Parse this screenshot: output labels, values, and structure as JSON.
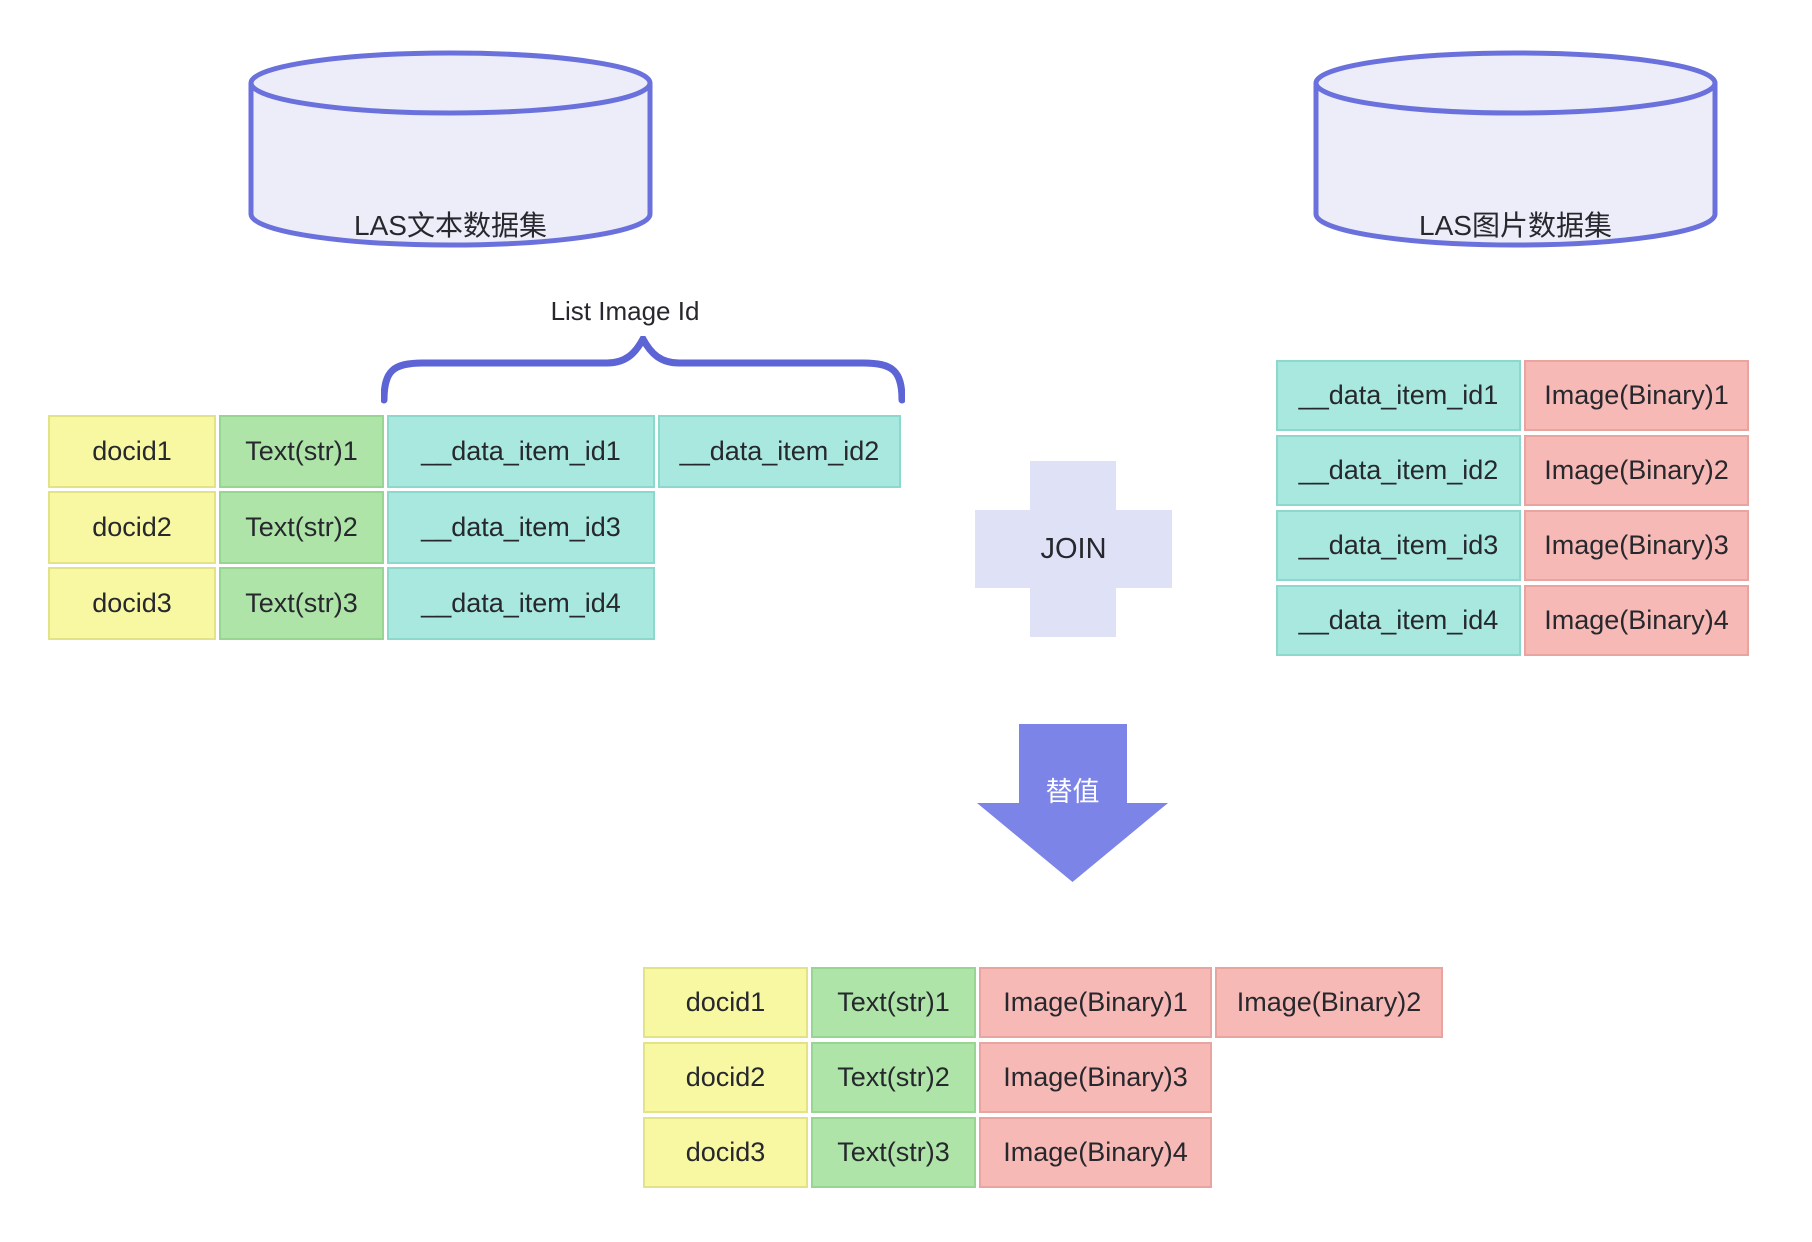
{
  "diagram": {
    "left_cylinder_label": "LAS文本数据集",
    "right_cylinder_label": "LAS图片数据集",
    "brace_label": "List Image Id",
    "join_label": "JOIN",
    "arrow_label": "替值"
  },
  "colors": {
    "cylinder_fill": "#ecedf8",
    "cylinder_border": "#6a71dc",
    "brace": "#5c64d6",
    "join_plus_fill": "#dfe2f7",
    "arrow_fill": "#7c84e8",
    "cell_yellow": "#f8f8a3",
    "cell_green": "#aee4a8",
    "cell_teal": "#a8e8de",
    "cell_pink": "#f7b9b5",
    "text": "#26282d"
  },
  "left_table": {
    "rows": [
      {
        "cells": [
          {
            "text": "docid1",
            "type": "yellow"
          },
          {
            "text": "Text(str)1",
            "type": "green"
          },
          {
            "text": "__data_item_id1",
            "type": "teal"
          },
          {
            "text": "__data_item_id2",
            "type": "teal"
          }
        ]
      },
      {
        "cells": [
          {
            "text": "docid2",
            "type": "yellow"
          },
          {
            "text": "Text(str)2",
            "type": "green"
          },
          {
            "text": "__data_item_id3",
            "type": "teal"
          }
        ]
      },
      {
        "cells": [
          {
            "text": "docid3",
            "type": "yellow"
          },
          {
            "text": "Text(str)3",
            "type": "green"
          },
          {
            "text": "__data_item_id4",
            "type": "teal"
          }
        ]
      }
    ]
  },
  "right_table": {
    "rows": [
      {
        "cells": [
          {
            "text": "__data_item_id1",
            "type": "teal"
          },
          {
            "text": "Image(Binary)1",
            "type": "pink"
          }
        ]
      },
      {
        "cells": [
          {
            "text": "__data_item_id2",
            "type": "teal"
          },
          {
            "text": "Image(Binary)2",
            "type": "pink"
          }
        ]
      },
      {
        "cells": [
          {
            "text": "__data_item_id3",
            "type": "teal"
          },
          {
            "text": "Image(Binary)3",
            "type": "pink"
          }
        ]
      },
      {
        "cells": [
          {
            "text": "__data_item_id4",
            "type": "teal"
          },
          {
            "text": "Image(Binary)4",
            "type": "pink"
          }
        ]
      }
    ]
  },
  "result_table": {
    "rows": [
      {
        "cells": [
          {
            "text": "docid1",
            "type": "yellow"
          },
          {
            "text": "Text(str)1",
            "type": "green"
          },
          {
            "text": "Image(Binary)1",
            "type": "pink"
          },
          {
            "text": "Image(Binary)2",
            "type": "pink"
          }
        ]
      },
      {
        "cells": [
          {
            "text": "docid2",
            "type": "yellow"
          },
          {
            "text": "Text(str)2",
            "type": "green"
          },
          {
            "text": "Image(Binary)3",
            "type": "pink"
          }
        ]
      },
      {
        "cells": [
          {
            "text": "docid3",
            "type": "yellow"
          },
          {
            "text": "Text(str)3",
            "type": "green"
          },
          {
            "text": "Image(Binary)4",
            "type": "pink"
          }
        ]
      }
    ]
  }
}
